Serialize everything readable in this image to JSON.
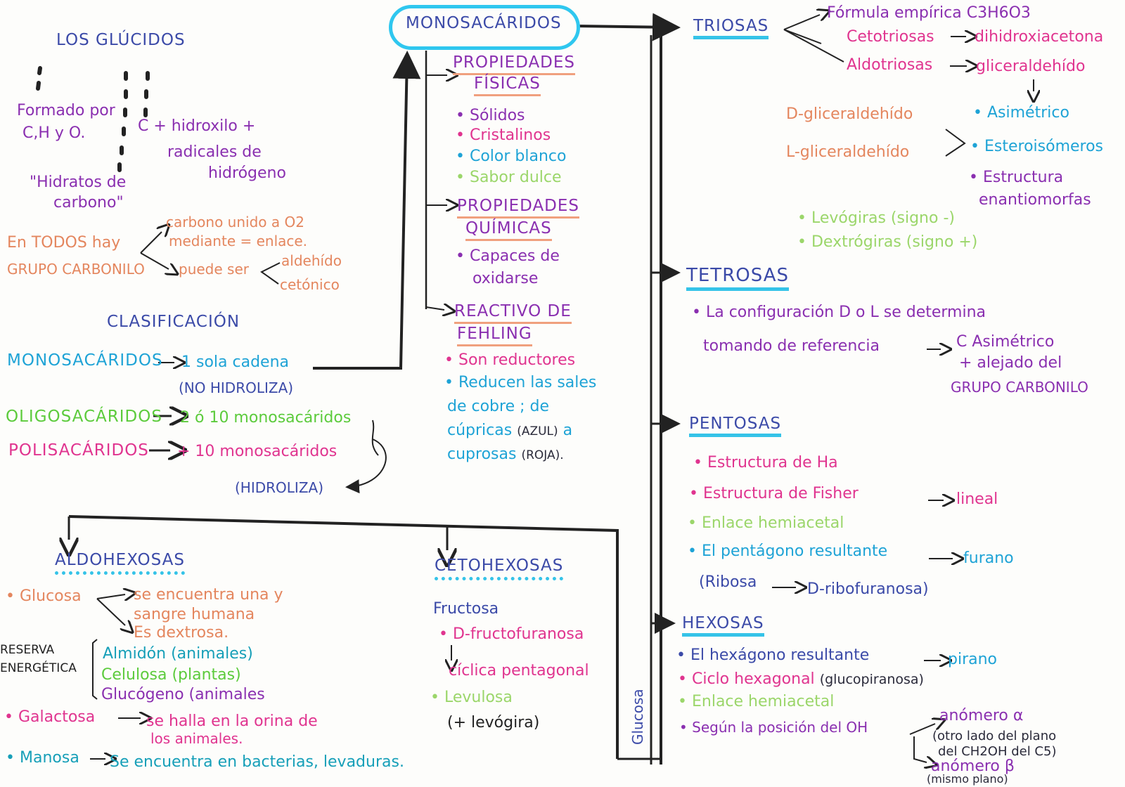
{
  "title": "LOS GLÚCIDOS",
  "intro": {
    "formado": "Formado por",
    "chyo": "C,H y O.",
    "formula1": "C + hidroxilo +",
    "formula2": "radicales de",
    "formula3": "hidrógeno",
    "hidratos1": "\"Hidratos de",
    "hidratos2": "carbono\""
  },
  "carbonilo": {
    "todos": "En TODOS hay",
    "grupo": "GRUPO CARBONILO",
    "b1": "carbono unido a O2",
    "b2": "mediante = enlace.",
    "b3": "puede ser",
    "c1": "aldehído",
    "c2": "cetónico"
  },
  "clasificacion": {
    "heading": "CLASIFICACIÓN",
    "mono": "MONOSACÁRIDOS",
    "mono_desc": "1 sola cadena",
    "no_hidroliza": "(NO HIDROLIZA)",
    "oligo": "OLIGOSACÁRIDOS",
    "oligo_desc": "2 ó 10 monosacáridos",
    "poli": "POLISACÁRIDOS",
    "poli_desc": "+ 10 monosacáridos",
    "hidroliza": "(HIDROLIZA)"
  },
  "mono_center": {
    "title": "MONOSACÁRIDOS",
    "pf1": "PROPIEDADES",
    "pf2": "FÍSICAS",
    "f1": "Sólidos",
    "f2": "Cristalinos",
    "f3": "Color blanco",
    "f4": "Sabor dulce",
    "pq1": "PROPIEDADES",
    "pq2": "QUÍMICAS",
    "q1": "Capaces de",
    "q2": "oxidarse",
    "rf1": "REACTIVO DE",
    "rf2": "FEHLING",
    "r1": "Son reductores",
    "r2": "Reducen las sales",
    "r3": "de cobre ; de",
    "r4": "cúpricas",
    "r4b": "(AZUL)",
    "r4c": "a",
    "r5": "cuprosas",
    "r5b": "(ROJA)."
  },
  "triosas": {
    "title": "TRIOSAS",
    "formula": "Fórmula empírica C3H6O3",
    "ceto": "Cetotriosas",
    "ceto_r": "dihidroxiacetona",
    "aldo": "Aldotriosas",
    "aldo_r": "gliceraldehído",
    "d": "D-gliceraldehído",
    "l": "L-gliceraldehído",
    "asim": "Asimétrico",
    "ester": "Esteroisómeros",
    "estr1": "Estructura",
    "estr2": "enantiomorfas",
    "levo": "Levógiras (signo -)",
    "dextro": "Dextrógiras (signo +)"
  },
  "tetrosas": {
    "title": "TETROSAS",
    "l1": "La configuración D o L se determina",
    "l2": "tomando de referencia",
    "c1": "C Asimétrico",
    "c2": "+ alejado del",
    "c3": "GRUPO CARBONILO"
  },
  "pentosas": {
    "title": "PENTOSAS",
    "p1": "Estructura de Ha",
    "p2": "Estructura de Fisher",
    "p2r": "lineal",
    "p3": "Enlace hemiacetal",
    "p4": "El pentágono resultante",
    "p4r": "furano",
    "p5": "(Ribosa",
    "p5r": "D-ribofuranosa)"
  },
  "hexosas": {
    "title": "HEXOSAS",
    "glucosa": "Glucosa",
    "h1": "El hexágono resultante",
    "h1r": "pirano",
    "h2": "Ciclo hexagonal",
    "h2b": "(glucopiranosa)",
    "h3": "Enlace hemiacetal",
    "h4": "Según la posición del OH",
    "a1": "anómero α",
    "a2": "(otro lado del plano",
    "a3": "del CH2OH del C5)",
    "b1": "anómero β",
    "b2": "(mismo plano)"
  },
  "aldohexosas": {
    "title": "ALDOHEXOSAS",
    "glucosa": "Glucosa",
    "g1": "se encuentra una y",
    "g2": "sangre humana",
    "g3": "Es dextrosa.",
    "reserva1": "RESERVA",
    "reserva2": "ENERGÉTICA",
    "alm": "Almidón (animales)",
    "cel": "Celulosa (plantas)",
    "glu": "Glucógeno (animales",
    "gal": "Galactosa",
    "gal_r1": "se halla en la orina de",
    "gal_r2": "los animales.",
    "man": "Manosa",
    "man_r": "Se encuentra en bacterias, levaduras."
  },
  "cetohexosas": {
    "title": "CETOHEXOSAS",
    "fru": "Fructosa",
    "f1": "D-fructofuranosa",
    "f2": "cíclica pentagonal",
    "lev": "Levulosa",
    "lev2": "(+ levógira)"
  },
  "colors": {
    "navy": "#3b4aa8",
    "purple": "#8a2fb0",
    "magenta": "#e0348f",
    "cyan": "#1ea3d6",
    "green": "#5ccb3c",
    "orange": "#e4865e",
    "highlight": "#2fc7ef"
  }
}
